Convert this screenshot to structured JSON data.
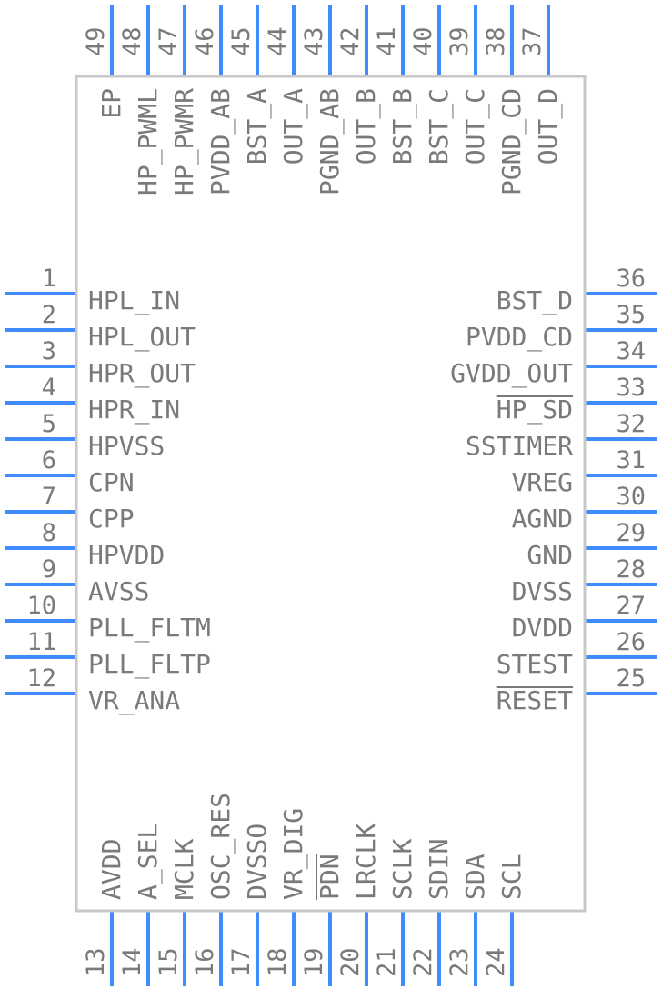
{
  "colors": {
    "pin": "#3f8cff",
    "body": "#c8c8c8",
    "text": "#7a7a7a"
  },
  "left_pins": [
    {
      "num": "1",
      "label": "HPL_IN"
    },
    {
      "num": "2",
      "label": "HPL_OUT"
    },
    {
      "num": "3",
      "label": "HPR_OUT"
    },
    {
      "num": "4",
      "label": "HPR_IN"
    },
    {
      "num": "5",
      "label": "HPVSS"
    },
    {
      "num": "6",
      "label": "CPN"
    },
    {
      "num": "7",
      "label": "CPP"
    },
    {
      "num": "8",
      "label": "HPVDD"
    },
    {
      "num": "9",
      "label": "AVSS"
    },
    {
      "num": "10",
      "label": "PLL_FLTM"
    },
    {
      "num": "11",
      "label": "PLL_FLTP"
    },
    {
      "num": "12",
      "label": "VR_ANA"
    }
  ],
  "right_pins": [
    {
      "num": "36",
      "label": "BST_D",
      "overline": false
    },
    {
      "num": "35",
      "label": "PVDD_CD",
      "overline": false
    },
    {
      "num": "34",
      "label": "GVDD_OUT",
      "overline": false
    },
    {
      "num": "33",
      "label": "HP_SD",
      "overline": true
    },
    {
      "num": "32",
      "label": "SSTIMER",
      "overline": false
    },
    {
      "num": "31",
      "label": "VREG",
      "overline": false
    },
    {
      "num": "30",
      "label": "AGND",
      "overline": false
    },
    {
      "num": "29",
      "label": "GND",
      "overline": false
    },
    {
      "num": "28",
      "label": "DVSS",
      "overline": false
    },
    {
      "num": "27",
      "label": "DVDD",
      "overline": false
    },
    {
      "num": "26",
      "label": "STEST",
      "overline": false
    },
    {
      "num": "25",
      "label": "RESET",
      "overline": true
    }
  ],
  "bottom_pins": [
    {
      "num": "13",
      "label": "AVDD",
      "overline": false
    },
    {
      "num": "14",
      "label": "A_SEL",
      "overline": false
    },
    {
      "num": "15",
      "label": "MCLK",
      "overline": false
    },
    {
      "num": "16",
      "label": "OSC_RES",
      "overline": false
    },
    {
      "num": "17",
      "label": "DVSSO",
      "overline": false
    },
    {
      "num": "18",
      "label": "VR_DIG",
      "overline": false
    },
    {
      "num": "19",
      "label": "PDN",
      "overline": true
    },
    {
      "num": "20",
      "label": "LRCLK",
      "overline": false
    },
    {
      "num": "21",
      "label": "SCLK",
      "overline": false
    },
    {
      "num": "22",
      "label": "SDIN",
      "overline": false
    },
    {
      "num": "23",
      "label": "SDA",
      "overline": false
    },
    {
      "num": "24",
      "label": "SCL",
      "overline": false
    }
  ],
  "top_pins": [
    {
      "num": "49",
      "label": "EP"
    },
    {
      "num": "48",
      "label": "HP_PWML"
    },
    {
      "num": "47",
      "label": "HP_PWMR"
    },
    {
      "num": "46",
      "label": "PVDD_AB"
    },
    {
      "num": "45",
      "label": "BST_A"
    },
    {
      "num": "44",
      "label": "OUT_A"
    },
    {
      "num": "43",
      "label": "PGND_AB"
    },
    {
      "num": "42",
      "label": "OUT_B"
    },
    {
      "num": "41",
      "label": "BST_B"
    },
    {
      "num": "40",
      "label": "BST_C"
    },
    {
      "num": "39",
      "label": "OUT_C"
    },
    {
      "num": "38",
      "label": "PGND_CD"
    },
    {
      "num": "37",
      "label": "OUT_D"
    }
  ]
}
